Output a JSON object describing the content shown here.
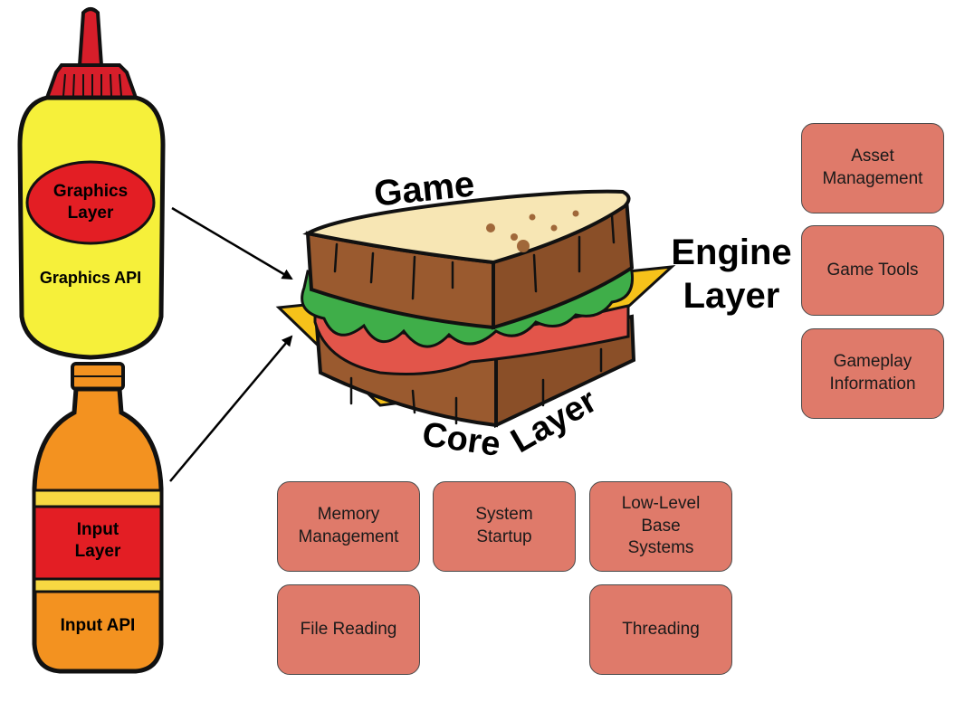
{
  "bottles": {
    "graphics": {
      "label_line1": "Graphics",
      "label_line2": "Layer",
      "api": "Graphics API"
    },
    "input": {
      "label_line1": "Input",
      "label_line2": "Layer",
      "api": "Input API"
    }
  },
  "sandwich": {
    "game": "Game",
    "engine": "Engine",
    "engine_layer": "Layer",
    "core": "Core",
    "core_layer": "Layer"
  },
  "engine_modules": [
    "Asset\nManagement",
    "Game Tools",
    "Gameplay\nInformation"
  ],
  "core_modules": [
    "Memory\nManagement",
    "System\nStartup",
    "Low-Level\nBase\nSystems",
    "File Reading",
    "Threading"
  ],
  "colors": {
    "module_fill": "#df7a6a",
    "mustard": "#f6f03a",
    "mustard_cap": "#d71e2a",
    "juice": "#f39220",
    "juice_label": "#e31e24",
    "bread": "#f7e6b4",
    "crust": "#9a5a2f",
    "lettuce": "#3fae49",
    "tomato": "#e2554a",
    "cheese": "#f6c21a"
  }
}
